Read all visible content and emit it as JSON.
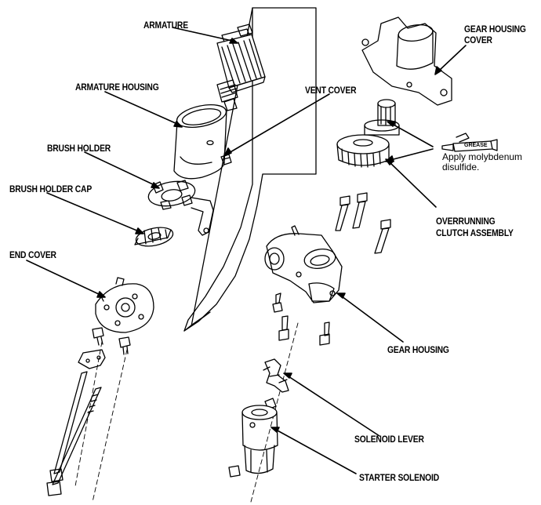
{
  "labels": {
    "armature": "ARMATURE",
    "armature_housing": "ARMATURE HOUSING",
    "vent_cover": "VENT COVER",
    "brush_holder": "BRUSH HOLDER",
    "brush_holder_cap": "BRUSH HOLDER CAP",
    "end_cover": "END COVER",
    "gear_housing_cover_1": "GEAR HOUSING",
    "gear_housing_cover_2": "COVER",
    "overrunning_1": "OVERRUNNING",
    "overrunning_2": "CLUTCH ASSEMBLY",
    "gear_housing": "GEAR HOUSING",
    "solenoid_lever": "SOLENOID LEVER",
    "starter_solenoid": "STARTER SOLENOID"
  },
  "note": {
    "grease_tag": "GREASE",
    "line1": "Apply molybdenum",
    "line2": "disulfide."
  }
}
